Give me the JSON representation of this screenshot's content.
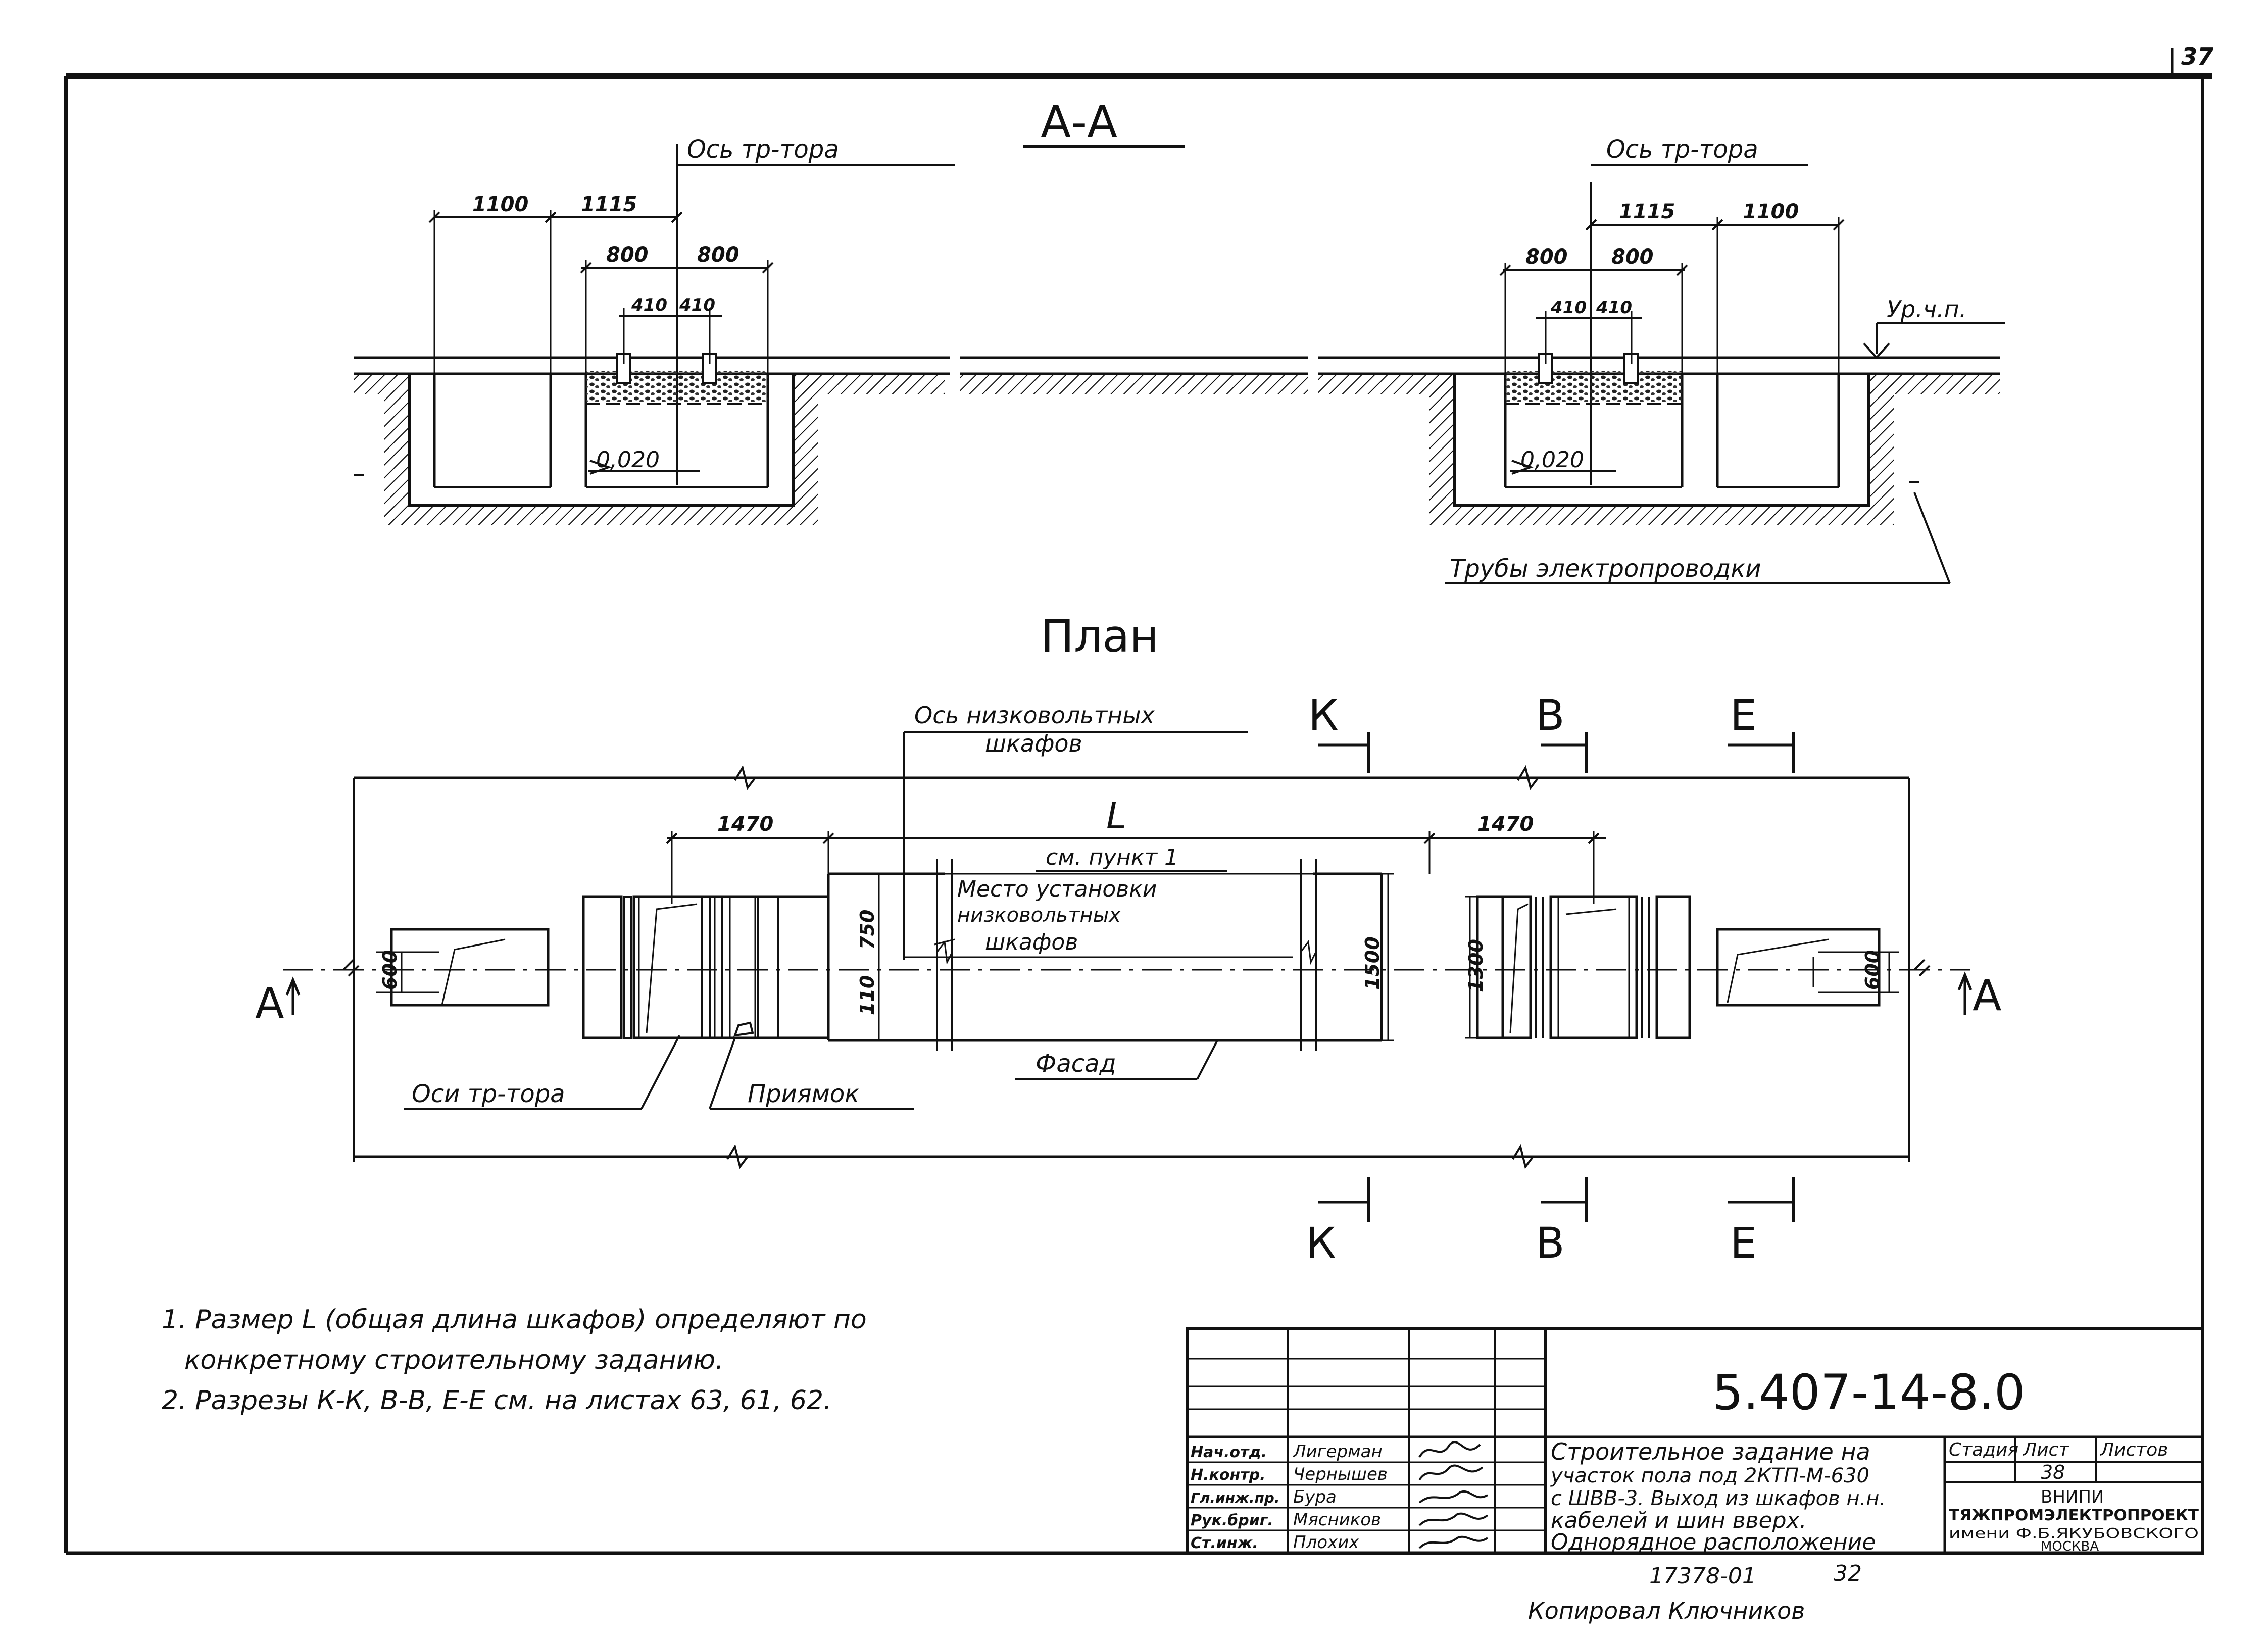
{
  "sheet_corner_number": "37",
  "section_aa": {
    "title": "А-А",
    "axis_label": "Ось тр-тора",
    "dims_left": [
      "1100",
      "1115",
      "800",
      "800",
      "410",
      "410"
    ],
    "dims_right": [
      "1115",
      "1100",
      "800",
      "800",
      "410",
      "410"
    ],
    "slope": "0,020",
    "floor_level": "Ур.ч.п.",
    "pipes_label": "Трубы электропроводки"
  },
  "plan": {
    "title": "План",
    "axis_cabinets_line1": "Ось низковольтных",
    "axis_cabinets_line2": "шкафов",
    "section_k": "К",
    "section_v": "В",
    "section_e": "Е",
    "section_a": "А",
    "dim_1470_left": "1470",
    "dim_1470_right": "1470",
    "dim_L": "L",
    "dim_L_note": "см. пункт 1",
    "place_line1": "Место установки",
    "place_line2": "низковольтных",
    "place_line3": "шкафов",
    "dim_750": "750",
    "dim_110": "110",
    "dim_1500": "1500",
    "dim_1300": "1300",
    "dim_600_left": "600",
    "dim_600_right": "600",
    "transformer_axes": "Оси тр-тора",
    "pit": "Приямок",
    "facade": "Фасад"
  },
  "notes": {
    "note1_line1": "1. Размер  L (общая длина  шкафов) определяют  по",
    "note1_line2": "конкретному  строительному  заданию.",
    "note2": "2. Разрезы   К-К, В-В, Е-Е  см. на  листах 63, 61, 62."
  },
  "title_block": {
    "doc_number": "5.407-14-8.0",
    "roles": [
      "Нач.отд.",
      "Н.контр.",
      "Гл.инж.пр.",
      "Рук.бриг.",
      "Ст.инж."
    ],
    "names": [
      "Лигерман",
      "Чернышев",
      "Бура",
      "Мясников",
      "Плохих"
    ],
    "description_line1": "Строительное задание на",
    "description_line2": "участок пола под 2КТП-М-630",
    "description_line3": "с ШВВ-3. Выход из шкафов н.н.",
    "description_line4": "кабелей и шин вверх.",
    "description_line5": "Однорядное расположение",
    "stage_header": "Стадия",
    "sheet_header": "Лист",
    "sheets_header": "Листов",
    "sheet_value": "38",
    "org_line1": "ВНИПИ",
    "org_line2": "ТЯЖПРОМЭЛЕКТРОПРОЕКТ",
    "org_line3": "имени Ф.Б.ЯКУБОВСКОГО",
    "org_line4": "МОСКВА"
  },
  "footer": {
    "archive_number": "17378-01",
    "archive_sheet": "32",
    "copied_by": "Копировал Ключников"
  }
}
